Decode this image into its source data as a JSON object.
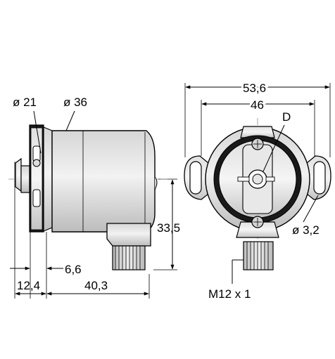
{
  "dimensions": {
    "dia_21": "ø 21",
    "dia_36": "ø 36",
    "depth_6_6": "6,6",
    "length_12_4": "12,4",
    "length_40_3": "40,3",
    "height_33_5": "33,5",
    "width_53_6": "53,6",
    "width_46": "46",
    "label_d": "D",
    "hole_3_2": "ø 3,2",
    "thread_m12": "M12 x 1"
  },
  "colors": {
    "body_light": "#ebebeb",
    "body_mid": "#c8c8c8",
    "body_dark": "#1a1a1a",
    "line": "#000000"
  }
}
